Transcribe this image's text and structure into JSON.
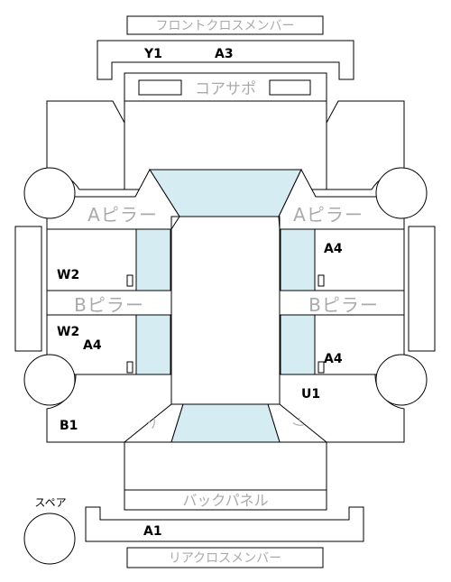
{
  "labels": {
    "front_cross_member": "フロントクロスメンバー",
    "core_support": "コアサポ",
    "a_pillar_left": "Aピラー",
    "a_pillar_right": "Aピラー",
    "b_pillar_left": "Bピラー",
    "b_pillar_right": "Bピラー",
    "rear_left_curve": "ン",
    "rear_right_curve": "ン",
    "back_panel": "バックパネル",
    "rear_cross_member": "リアクロスメンバー",
    "spare": "スペア"
  },
  "codes": {
    "y1": "Y1",
    "a3": "A3",
    "a4_right_upper": "A4",
    "w2_left_upper": "W2",
    "w2_left_lower": "W2",
    "a4_left_lower": "A4",
    "a4_right_lower": "A4",
    "u1": "U1",
    "b1": "B1",
    "a1": "A1"
  },
  "colors": {
    "line": "#000000",
    "glass": "#d6ecf3",
    "label": "#aaaaaa"
  }
}
